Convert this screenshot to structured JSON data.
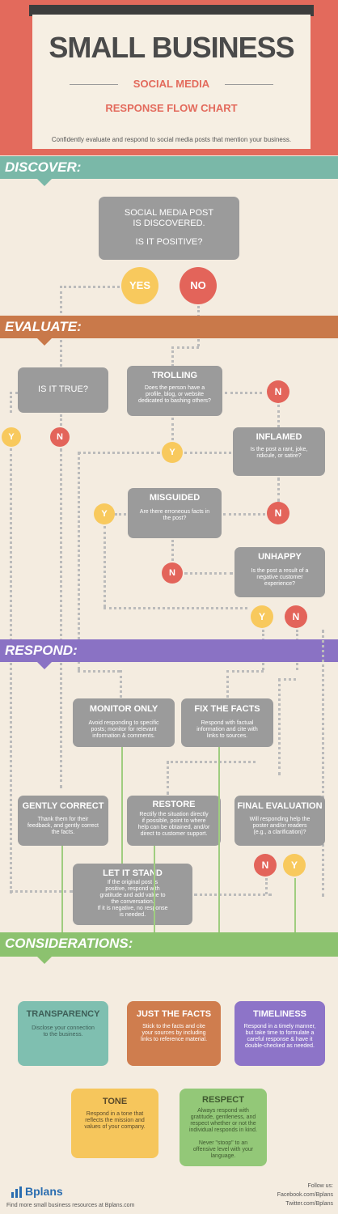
{
  "header": {
    "title": "SMALL BUSINESS",
    "subtitle1": "SOCIAL MEDIA",
    "subtitle2": "RESPONSE FLOW CHART",
    "tagline": "Confidently evaluate and respond to social media posts that mention your business."
  },
  "sections": {
    "discover": "DISCOVER:",
    "evaluate": "EVALUATE:",
    "respond": "RESPOND:",
    "considerations": "CONSIDERATIONS:"
  },
  "colors": {
    "header": "#e36a5c",
    "discover": "#7ab8a8",
    "evaluate": "#c9794a",
    "respond": "#8a72c4",
    "considerations": "#8cc26f",
    "yes": "#f8c95d",
    "no": "#e3645a",
    "box": "#9b9b9b"
  },
  "discover": {
    "box_line1": "SOCIAL MEDIA POST\nIS DISCOVERED.",
    "box_line2": "IS IT POSITIVE?",
    "yes": "YES",
    "no": "NO"
  },
  "evaluate": {
    "is_true": "IS IT TRUE?",
    "trolling_title": "TROLLING",
    "trolling_text": "Does the person have a\nprofile, blog, or website\ndedicated to bashing others?",
    "inflamed_title": "INFLAMED",
    "inflamed_text": "Is the post a rant, joke,\nridicule, or satire?",
    "misguided_title": "MISGUIDED",
    "misguided_text": "Are there erroneous facts in\nthe post?",
    "unhappy_title": "UNHAPPY",
    "unhappy_text": "Is the post a result of a\nnegative customer\nexperience?",
    "y": "Y",
    "n": "N"
  },
  "respond": {
    "monitor_title": "MONITOR ONLY",
    "monitor_text": "Avoid responding to specific\nposts; monitor for relevant\ninformation & comments.",
    "fix_title": "FIX THE FACTS",
    "fix_text": "Respond with factual\ninformation and cite with\nlinks to sources.",
    "gently_title": "GENTLY CORRECT",
    "gently_text": "Thank them for their\nfeedback, and gently correct\nthe facts.",
    "restore_title": "RESTORE",
    "restore_text": "Rectify the situation directly\nif possible, point to where\nhelp can be obtained, and/or\ndirect to customer support.",
    "final_title": "FINAL EVALUATION",
    "final_text": "Will responding help the\nposter and/or readers\n(e.g., a clarification)?",
    "letit_title": "LET IT STAND",
    "letit_text": "If the original post is\npositive, respond with\ngratitude and add value to\nthe conversation.\nIf it is negative, no response\nis needed."
  },
  "considerations": {
    "transparency_title": "TRANSPARENCY",
    "transparency_text": "Disclose your connection\nto the business.",
    "facts_title": "JUST THE FACTS",
    "facts_text": "Stick to the facts and cite\nyour sources by including\nlinks to reference material.",
    "timeliness_title": "TIMELINESS",
    "timeliness_text": "Respond in a timely manner,\nbut take time to formulate a\ncareful response & have it\ndouble-checked as needed.",
    "tone_title": "TONE",
    "tone_text": "Respond in a tone that\nreflects the mission and\nvalues of your company.",
    "respect_title": "RESPECT",
    "respect_text": "Always respond with\ngratitude, gentleness, and\nrespect whether or not the\nindividual responds in kind.\n\nNever \"stoop\" to an\noffensive level with your\nlanguage.",
    "colors": {
      "transparency": "#7fbfb0",
      "facts": "#cf7d4e",
      "timeliness": "#8d74c8",
      "tone": "#f6c65c",
      "respect": "#93c878"
    }
  },
  "footer": {
    "logo": "Bplans",
    "logo_icon": "bars-chart-icon",
    "resources": "Find more small business resources at Bplans.com",
    "follow": "Follow us:",
    "facebook": "Facebook.com/Bplans",
    "twitter": "Twitter.com/Bplans"
  }
}
